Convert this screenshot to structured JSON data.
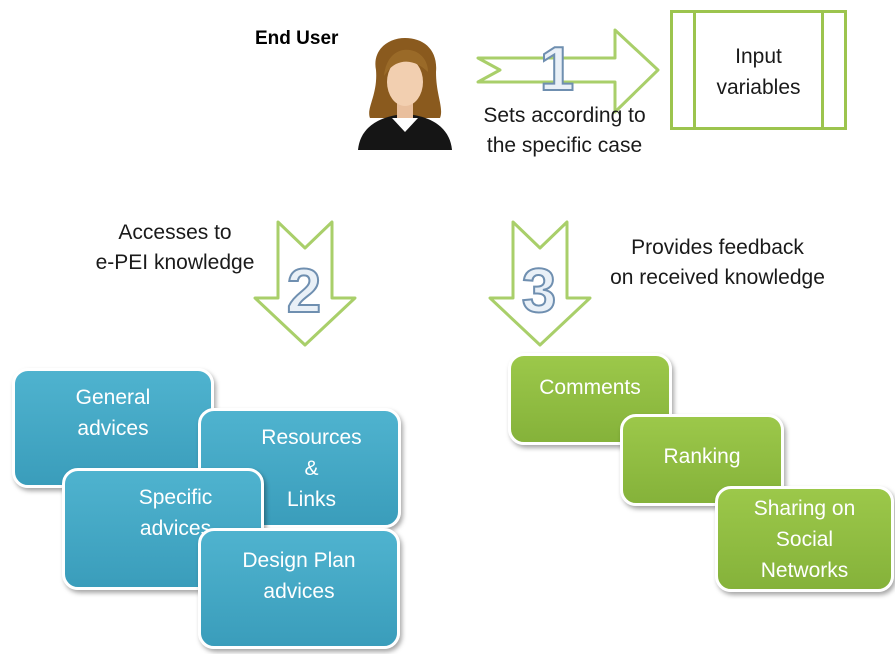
{
  "actor": {
    "label": "End User",
    "icon": "female-user-icon"
  },
  "step1": {
    "number": "1",
    "caption_line1": "Sets according to",
    "caption_line2": "the specific case"
  },
  "input_box": {
    "line1": "Input",
    "line2": "variables"
  },
  "step2": {
    "number": "2",
    "caption_line1": "Accesses to",
    "caption_line2": "e-PEI knowledge"
  },
  "step3": {
    "number": "3",
    "caption_line1": "Provides feedback",
    "caption_line2": "on received knowledge"
  },
  "knowledge_boxes": {
    "general": {
      "line1": "General",
      "line2": "advices"
    },
    "resources": {
      "line1": "Resources",
      "line2": "&",
      "line3": "Links"
    },
    "specific": {
      "line1": "Specific",
      "line2": "advices"
    },
    "design": {
      "line1": "Design Plan",
      "line2": "advices"
    }
  },
  "feedback_boxes": {
    "comments": {
      "line1": "Comments"
    },
    "ranking": {
      "line1": "Ranking"
    },
    "sharing": {
      "line1": "Sharing on",
      "line2": "Social",
      "line3": "Networks"
    }
  },
  "colors": {
    "blue_box": "#45a8c6",
    "green_box": "#93bf44",
    "arrow_outline": "#a9cf6a",
    "number_outline": "#6f8fb0"
  }
}
